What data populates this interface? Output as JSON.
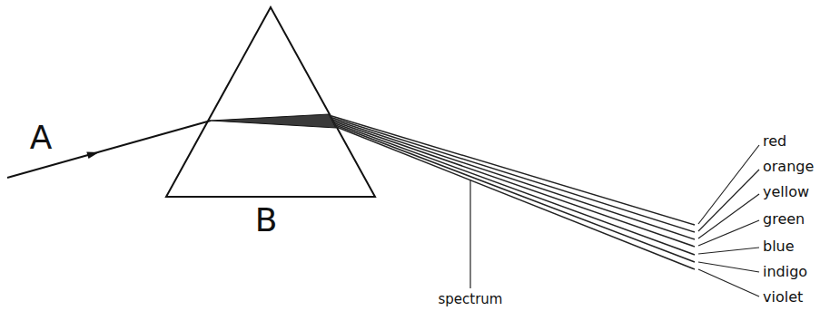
{
  "diagram": {
    "labels": [
      "A",
      "B",
      "spectrum",
      "red",
      "orange",
      "yellow",
      "green",
      "blue",
      "indigo",
      "violet"
    ]
  }
}
